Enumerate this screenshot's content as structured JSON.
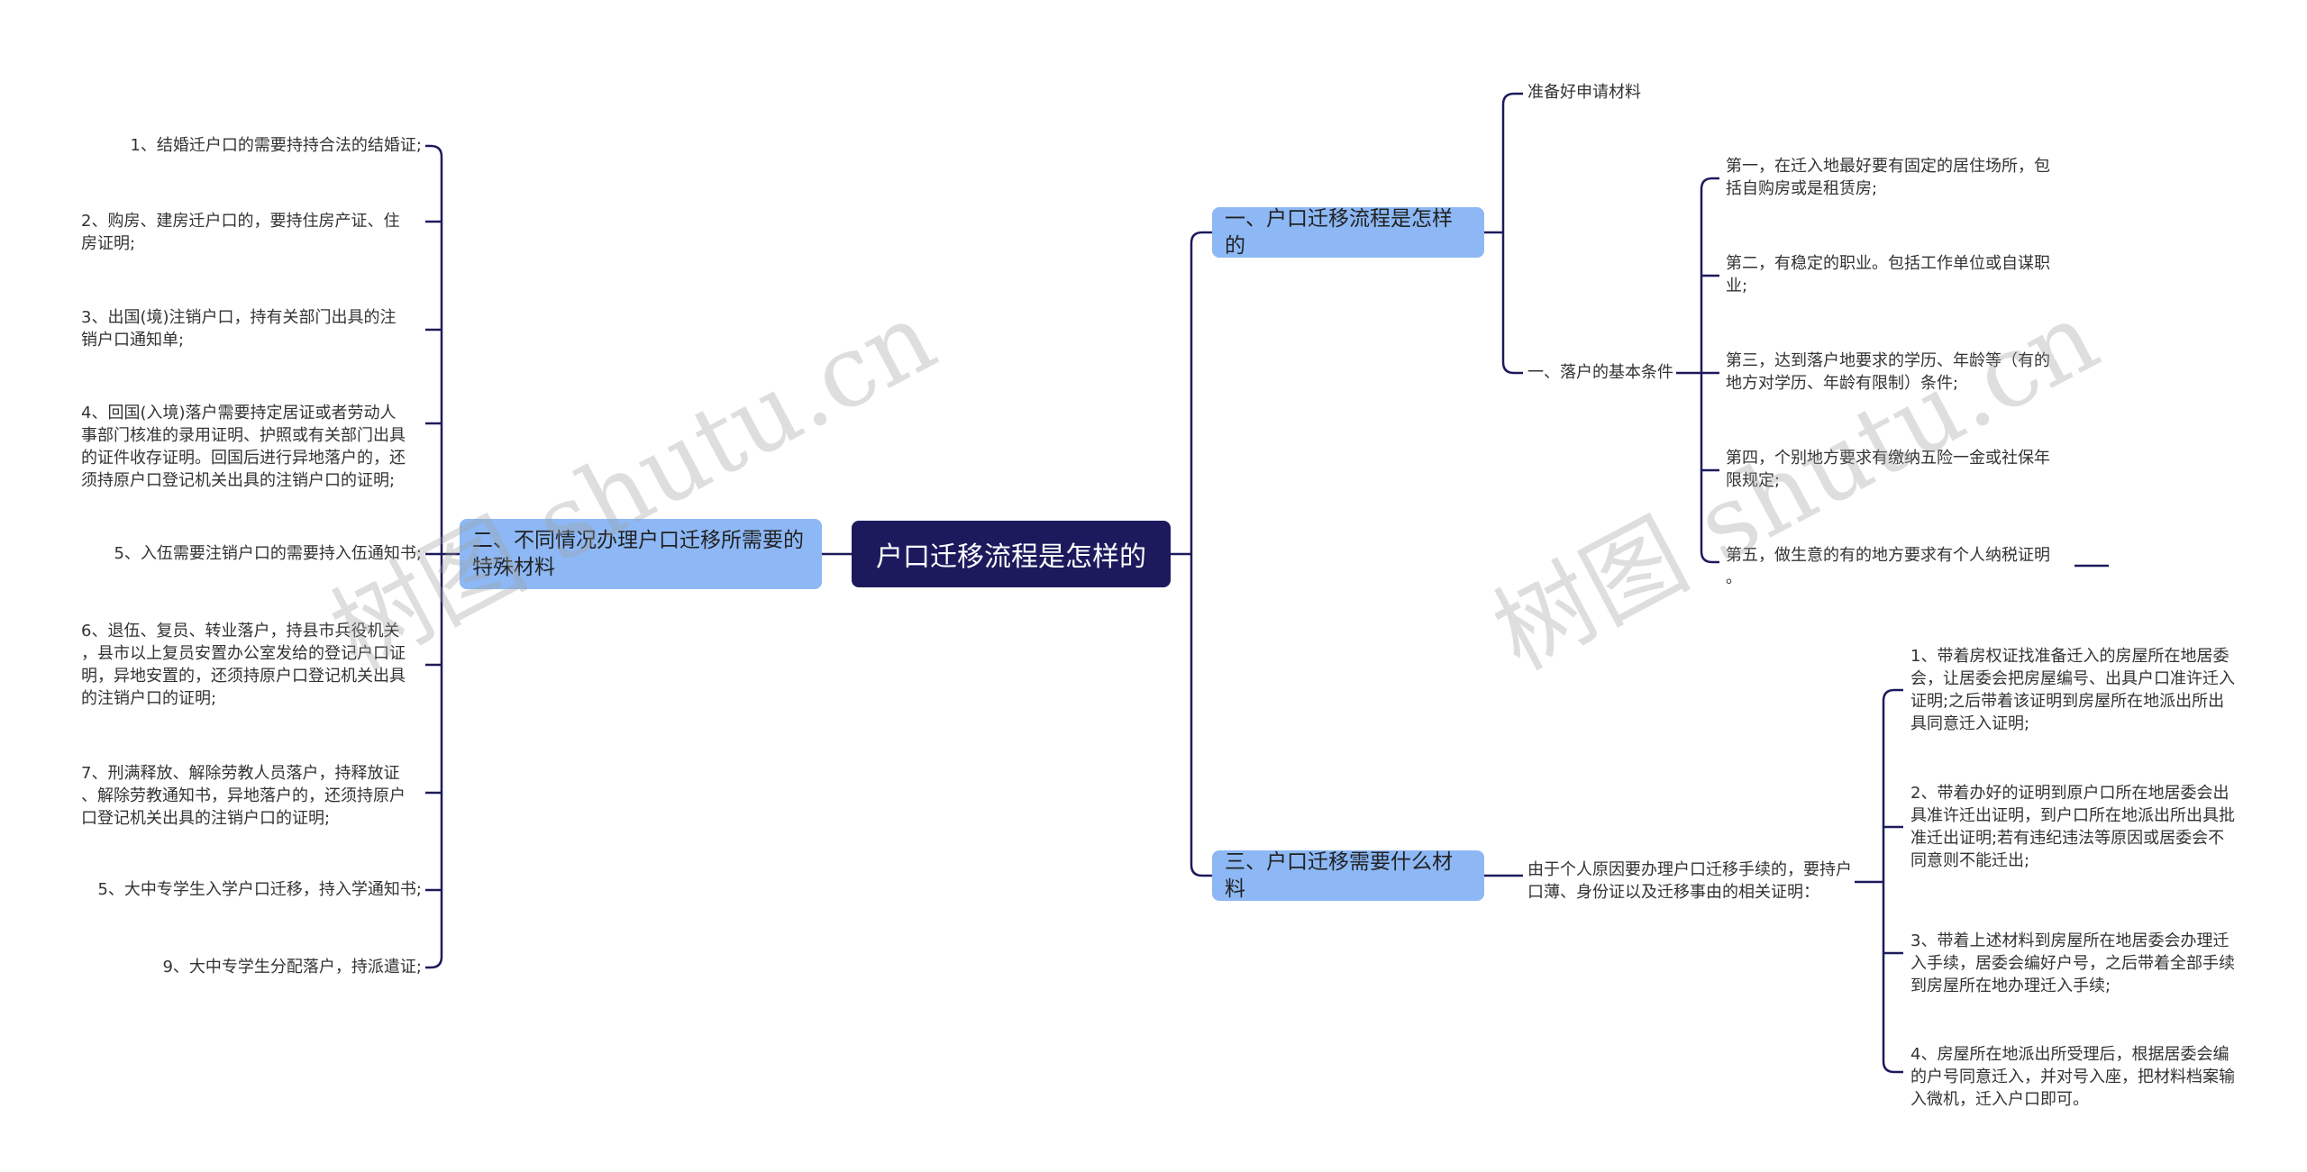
{
  "root": "户口迁移流程是怎样的",
  "branch1": {
    "label": "一、户口迁移流程是怎样的",
    "sub1": "准备好申请材料",
    "sub2": "一、落户的基本条件",
    "conditions": [
      "第一，在迁入地最好要有固定的居住场所，包\n括自购房或是租赁房;",
      "第二，有稳定的职业。包括工作单位或自谋职\n业;",
      "第三，达到落户地要求的学历、年龄等（有的\n地方对学历、年龄有限制）条件;",
      "第四，个别地方要求有缴纳五险一金或社保年\n限规定;",
      "第五，做生意的有的地方要求有个人纳税证明\n。"
    ]
  },
  "branch2": {
    "label": "二、不同情况办理户口迁移所需要的特殊材料",
    "items": [
      "1、结婚迁户口的需要持持合法的结婚证;",
      "2、购房、建房迁户口的，要持住房产证、住\n房证明;",
      "3、出国(境)注销户口，持有关部门出具的注\n销户口通知单;",
      "4、回国(入境)落户需要持定居证或者劳动人\n事部门核准的录用证明、护照或有关部门出具\n的证件收存证明。回国后进行异地落户的，还\n须持原户口登记机关出具的注销户口的证明;",
      "5、入伍需要注销户口的需要持入伍通知书;",
      "6、退伍、复员、转业落户，持县市兵役机关\n，县市以上复员安置办公室发给的登记户口证\n明，异地安置的，还须持原户口登记机关出具\n的注销户口的证明;",
      "7、刑满释放、解除劳教人员落户，持释放证\n、解除劳教通知书，异地落户的，还须持原户\n口登记机关出具的注销户口的证明;",
      "5、大中专学生入学户口迁移，持入学通知书;",
      "9、大中专学生分配落户，持派遣证;"
    ]
  },
  "branch3": {
    "label": "三、户口迁移需要什么材料",
    "sub": "由于个人原因要办理户口迁移手续的，要持户\n口薄、身份证以及迁移事由的相关证明：",
    "steps": [
      "1、带着房权证找准备迁入的房屋所在地居委\n会，让居委会把房屋编号、出具户口准许迁入\n证明;之后带着该证明到房屋所在地派出所出\n具同意迁入证明;",
      "2、带着办好的证明到原户口所在地居委会出\n具准许迁出证明，到户口所在地派出所出具批\n准迁出证明;若有违纪违法等原因或居委会不\n同意则不能迁出;",
      "3、带着上述材料到房屋所在地居委会办理迁\n入手续，居委会编好户号，之后带着全部手续\n到房屋所在地办理迁入手续;",
      "4、房屋所在地派出所受理后，根据居委会编\n的户号同意迁入，并对号入座，把材料档案输\n入微机，迁入户口即可。"
    ]
  },
  "watermark": "树图 shutu.cn",
  "colors": {
    "root": "#1c1a5c",
    "branch": "#8db8f5",
    "line": "#1c1a5c"
  }
}
